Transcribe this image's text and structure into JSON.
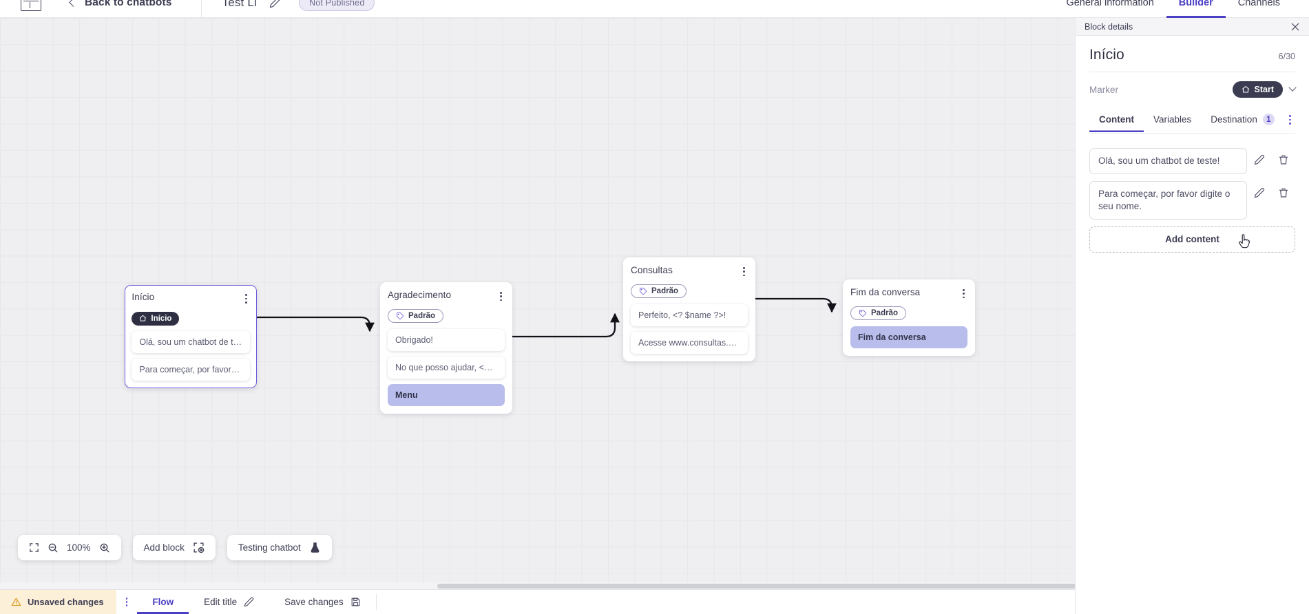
{
  "topbar": {
    "logo_name": "app-logo",
    "back_label": "Back to chatbots",
    "bot_title": "Test Li",
    "status_pill": "Not Published",
    "tabs": [
      {
        "label": "General information",
        "active": false
      },
      {
        "label": "Builder",
        "active": true
      },
      {
        "label": "Channels",
        "active": false
      }
    ]
  },
  "canvas": {
    "zoom_level": "100%",
    "add_block_label": "Add block",
    "testing_label": "Testing chatbot",
    "nodes": [
      {
        "id": "inicio",
        "title": "Início",
        "badge": "Início",
        "badge_type": "start",
        "selected": true,
        "messages": [
          {
            "text": "Olá, sou um chatbot de teste!",
            "highlight": false
          },
          {
            "text": "Para começar, por favor digite o ...",
            "highlight": false
          }
        ]
      },
      {
        "id": "agradecimento",
        "title": "Agradecimento",
        "badge": "Padrão",
        "badge_type": "default",
        "selected": false,
        "messages": [
          {
            "text": "Obrigado!",
            "highlight": false
          },
          {
            "text": "No que posso ajudar, <? $name ...",
            "highlight": false
          },
          {
            "text": "Menu",
            "highlight": true
          }
        ]
      },
      {
        "id": "consultas",
        "title": "Consultas",
        "badge": "Padrão",
        "badge_type": "default",
        "selected": false,
        "messages": [
          {
            "text": "Perfeito, <? $name ?>!",
            "highlight": false
          },
          {
            "text": "Acesse www.consultas.com par...",
            "highlight": false
          }
        ]
      },
      {
        "id": "fim",
        "title": "Fim da conversa",
        "badge": "Padrão",
        "badge_type": "default",
        "selected": false,
        "messages": [
          {
            "text": "Fim da conversa",
            "highlight": true
          }
        ]
      }
    ]
  },
  "statusbar": {
    "unsaved_label": "Unsaved changes",
    "flow_label": "Flow",
    "edit_title_label": "Edit title",
    "save_label": "Save changes"
  },
  "panel": {
    "header_label": "Block details",
    "title": "Início",
    "count": "6/30",
    "marker_label": "Marker",
    "marker_value": "Start",
    "tabs": [
      {
        "label": "Content",
        "badge": "",
        "active": true
      },
      {
        "label": "Variables",
        "badge": "",
        "active": false
      },
      {
        "label": "Destination",
        "badge": "1",
        "active": false
      }
    ],
    "contents": [
      {
        "text": "Olá, sou um chatbot de teste!"
      },
      {
        "text": "Para começar, por favor digite o seu nome."
      }
    ],
    "add_content_label": "Add content"
  },
  "colors": {
    "accent": "#4b40c4",
    "selection": "#6d5fe0",
    "dark_badge": "#2e2f42",
    "highlight_msg": "#b8bdeb",
    "warning_bg": "#fdf0d9",
    "canvas_bg": "#efeff1"
  }
}
